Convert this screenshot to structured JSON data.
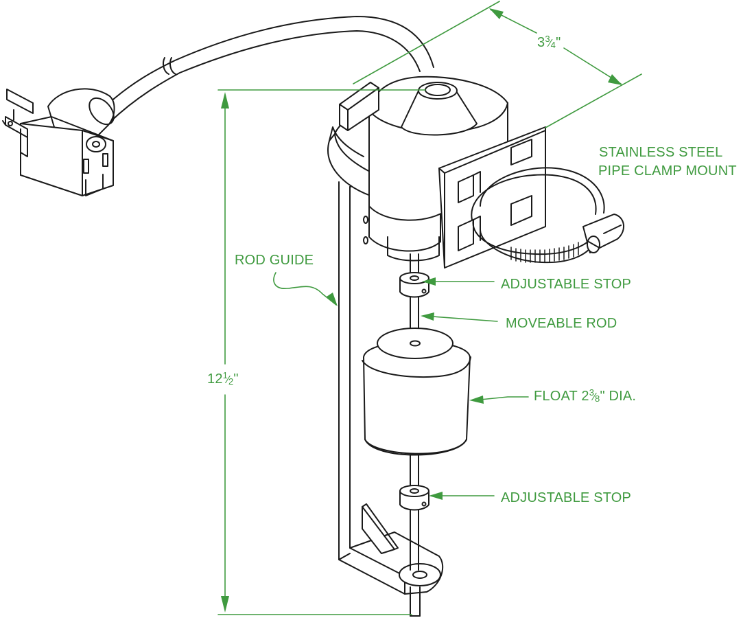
{
  "colors": {
    "line": "#1a1a1a",
    "annotation": "#3f9a3f",
    "background": "#ffffff"
  },
  "labels": {
    "clamp_line1": "STAINLESS STEEL",
    "clamp_line2": "PIPE CLAMP MOUNT",
    "rod_guide": "ROD GUIDE",
    "upper_stop": "ADJUSTABLE STOP",
    "moveable_rod": "MOVEABLE ROD",
    "float_prefix": "FLOAT 2",
    "float_num": "3",
    "float_den": "8",
    "float_suffix": "\" DIA.",
    "lower_stop": "ADJUSTABLE STOP"
  },
  "dimensions": {
    "width_whole": "3",
    "width_num": "3",
    "width_den": "4",
    "width_unit": "\"",
    "height_whole": "12",
    "height_num": "1",
    "height_den": "2",
    "height_unit": "\""
  },
  "icons": {
    "plug": "plug-icon",
    "switch_body": "switch-housing-icon",
    "pipe_clamp": "pipe-clamp-icon",
    "float": "float-icon",
    "stop": "stop-collar-icon"
  }
}
